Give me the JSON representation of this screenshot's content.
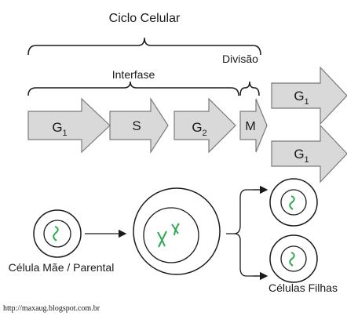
{
  "title": "Ciclo Celular",
  "interphase_label": "Interfase",
  "division_label": "Divisão",
  "phases": [
    {
      "name": "G",
      "sub": "1"
    },
    {
      "name": "S",
      "sub": ""
    },
    {
      "name": "G",
      "sub": "2"
    },
    {
      "name": "M",
      "sub": ""
    }
  ],
  "daughter_phases": [
    {
      "name": "G",
      "sub": "1"
    },
    {
      "name": "G",
      "sub": "1"
    }
  ],
  "mother_cell_label": "Célula Mãe / Parental",
  "daughter_cells_label": "Células Filhas",
  "source_url": "http://maxaug.blogspot.com.br",
  "colors": {
    "arrow_fill": "#d9d9d9",
    "arrow_stroke": "#7a7a7a",
    "chromosome": "#2fa84f",
    "outline": "#1a1a1a"
  }
}
